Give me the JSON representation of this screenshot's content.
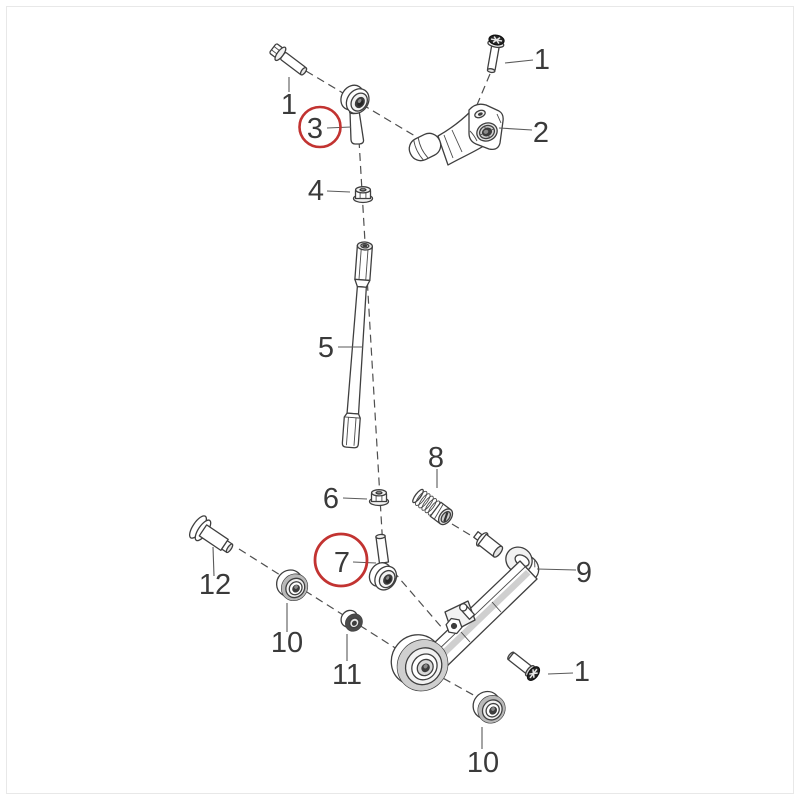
{
  "page": {
    "background_color": "#ffffff",
    "frame_color": "#e8e8e8"
  },
  "diagram": {
    "type": "exploded-parts-diagram",
    "outline_color": "#3f3f3f",
    "callout_color": "#3a3a3a",
    "highlight_color": "#c23331",
    "callouts": [
      {
        "id": "bolt-hex-top-left",
        "label": "1",
        "highlighted": false
      },
      {
        "id": "shift-arm",
        "label": "2",
        "highlighted": false
      },
      {
        "id": "rod-end-upper",
        "label": "3",
        "highlighted": true
      },
      {
        "id": "flange-nut-upper",
        "label": "4",
        "highlighted": false
      },
      {
        "id": "torx-bolt-top-right",
        "label": "1",
        "highlighted": false
      },
      {
        "id": "linkage-rod",
        "label": "5",
        "highlighted": false
      },
      {
        "id": "flange-nut-lower",
        "label": "6",
        "highlighted": false
      },
      {
        "id": "rod-end-lower",
        "label": "7",
        "highlighted": true
      },
      {
        "id": "spring-plunger",
        "label": "8",
        "highlighted": false
      },
      {
        "id": "lever-arm",
        "label": "9",
        "highlighted": false
      },
      {
        "id": "bearing-left",
        "label": "10",
        "highlighted": false
      },
      {
        "id": "spacer-bushing",
        "label": "11",
        "highlighted": false
      },
      {
        "id": "pivot-pin",
        "label": "12",
        "highlighted": false
      },
      {
        "id": "torx-bolt-lever",
        "label": "1",
        "highlighted": false
      },
      {
        "id": "bearing-bottom",
        "label": "10",
        "highlighted": false
      }
    ]
  }
}
